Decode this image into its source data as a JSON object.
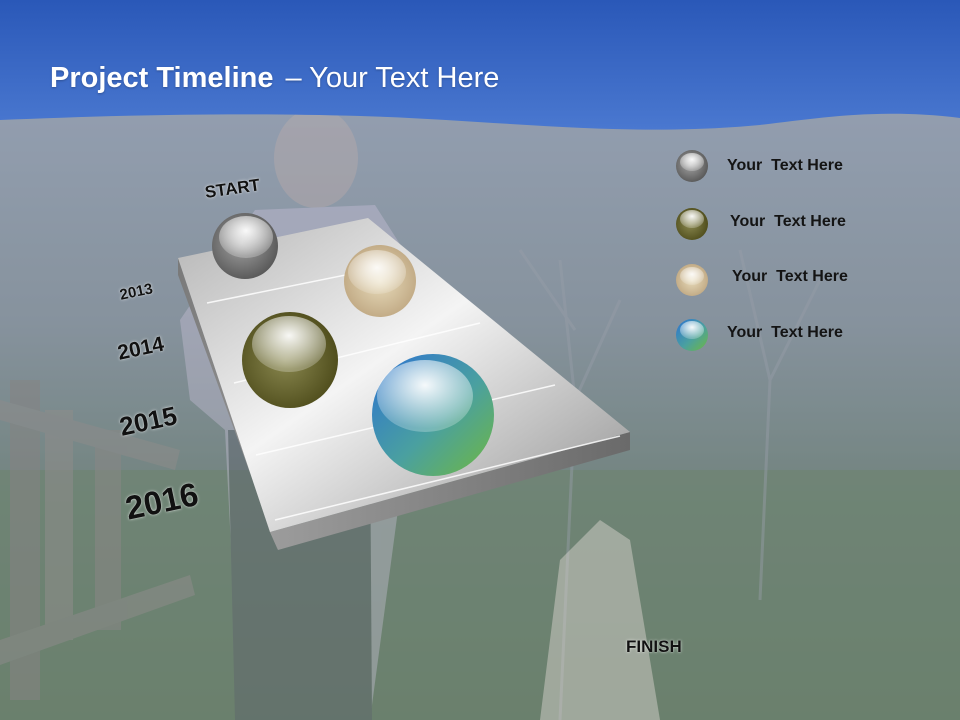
{
  "slide": {
    "title_bold": "Project Timeline",
    "title_rest": "– Your Text Here"
  },
  "timeline": {
    "start_label": "START",
    "finish_label": "FINISH",
    "years": [
      "2013",
      "2014",
      "2015",
      "2016"
    ]
  },
  "legend": [
    {
      "label": "Your  Text Here",
      "color": "#6f6f6f"
    },
    {
      "label": "Your  Text Here",
      "color": "#5c5a24"
    },
    {
      "label": "Your  Text Here",
      "color": "#b8a98a"
    },
    {
      "label": "Your  Text Here",
      "color": "#3f8fb0"
    }
  ],
  "colors": {
    "header_blue": "#2f5fbf",
    "sphere_gray": "#6f6f6f",
    "sphere_olive": "#5c5a24",
    "sphere_beige": "#c9b58f",
    "sphere_blue": "#2f7fc8",
    "sphere_green": "#5aa847"
  }
}
